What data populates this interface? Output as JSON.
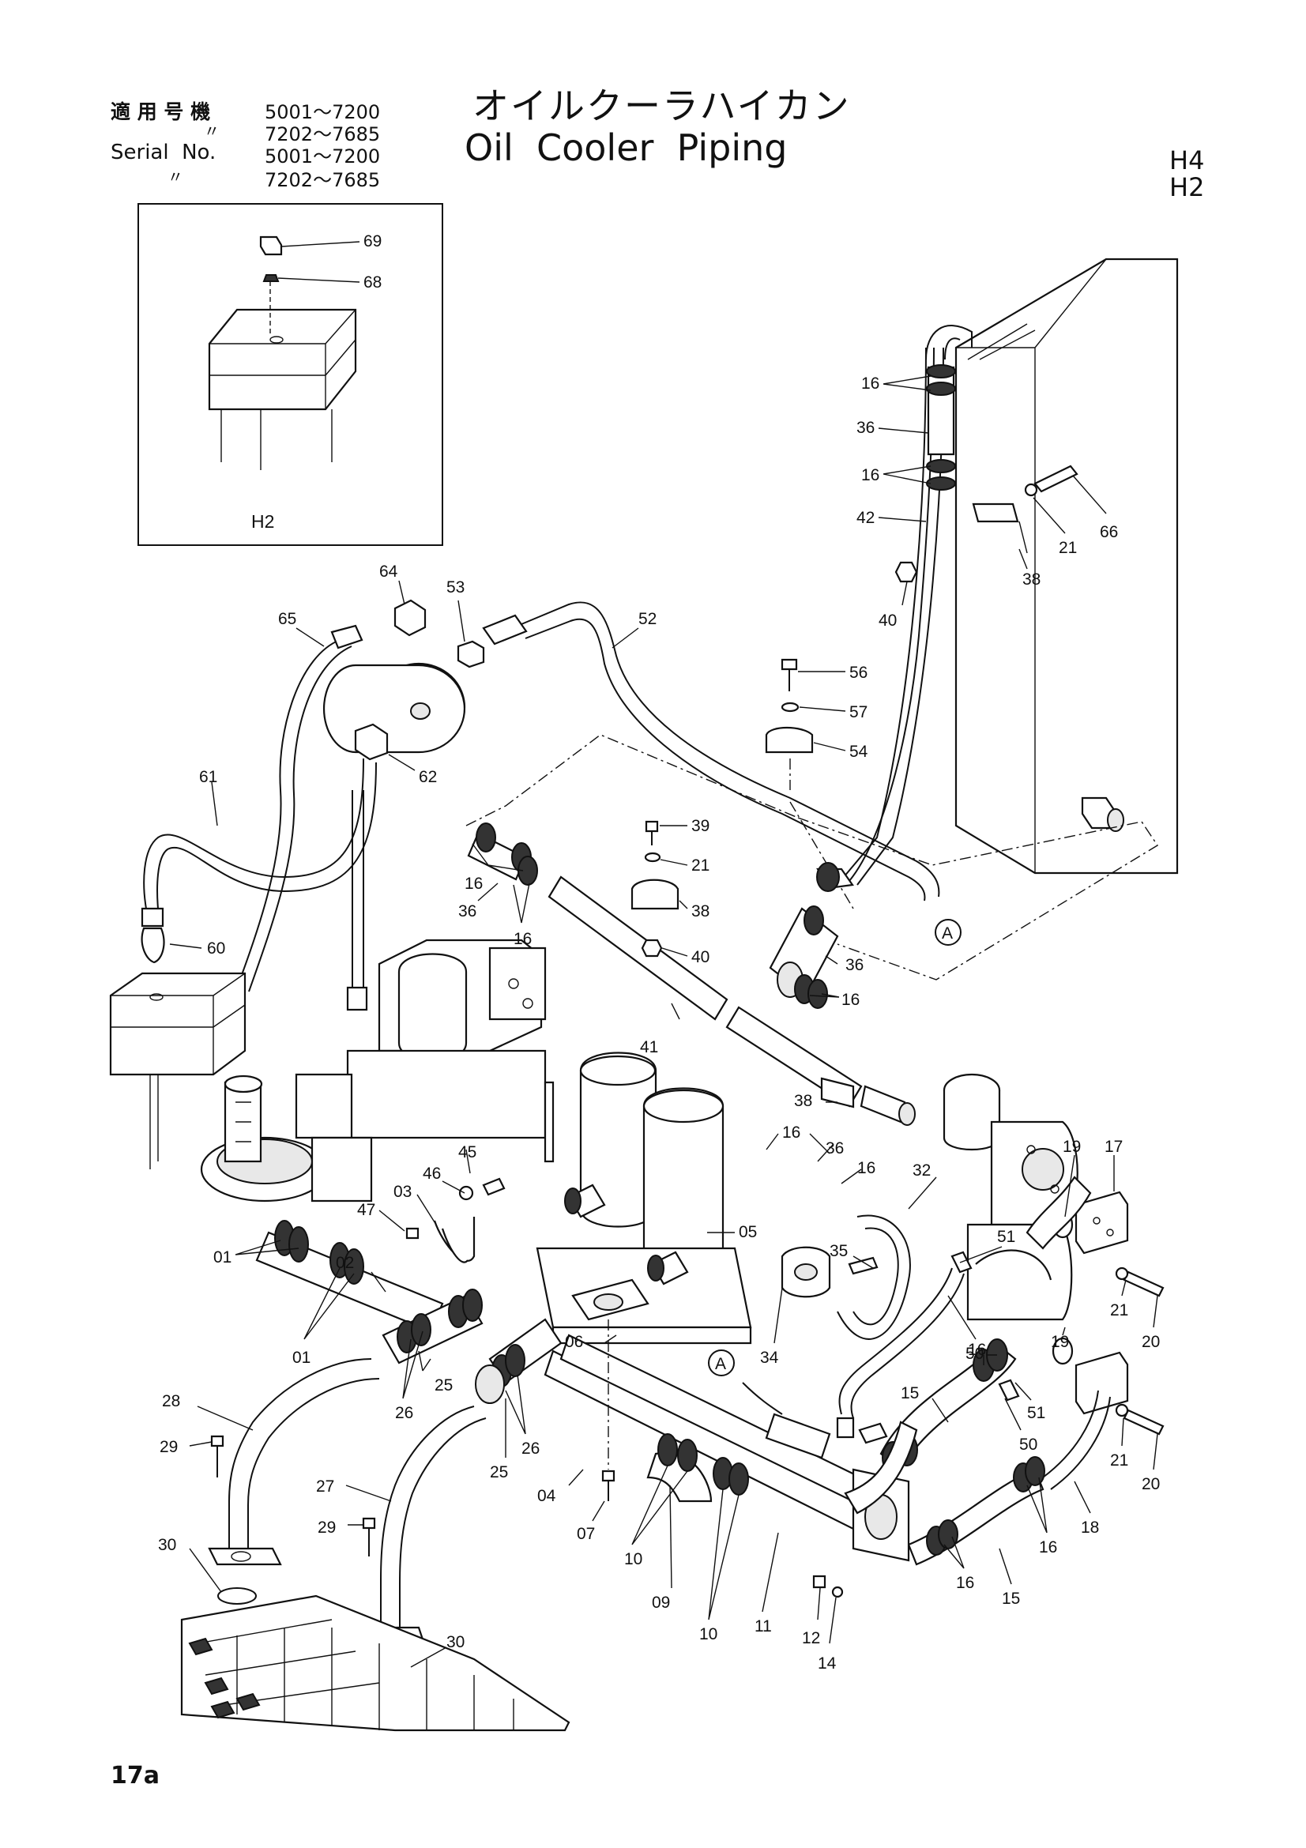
{
  "header": {
    "applicable_label": "適 用 号 機",
    "range_1": "5001～7200",
    "ditto_1": "〃",
    "range_2": "7202～7685",
    "serial_label": "Serial  No.",
    "range_3": "5001～7200",
    "ditto_2": "〃",
    "range_4": "7202～7685",
    "title_jp": "オイルクーラハイカン",
    "title_en": "Oil  Cooler  Piping",
    "model_1": "H4",
    "model_2": "H2"
  },
  "inset": {
    "label": "H2",
    "callouts": [
      "69",
      "68"
    ]
  },
  "callouts": {
    "c16": "16",
    "c36": "36",
    "c42": "42",
    "c40": "40",
    "c38": "38",
    "c21": "21",
    "c66": "66",
    "c64": "64",
    "c53": "53",
    "c52": "52",
    "c65": "65",
    "c56": "56",
    "c57": "57",
    "c54": "54",
    "c62": "62",
    "c61": "61",
    "c39": "39",
    "c60": "60",
    "c41": "41",
    "cA": "A",
    "c45": "45",
    "c46": "46",
    "c03": "03",
    "c47": "47",
    "c05": "05",
    "c32": "32",
    "c17": "17",
    "c19": "19",
    "c35": "35",
    "c51": "51",
    "c01": "01",
    "c02": "02",
    "c06": "06",
    "c34": "34",
    "c50": "50",
    "c25": "25",
    "c26": "26",
    "c28": "28",
    "c29": "29",
    "c27": "27",
    "c04": "04",
    "c07": "07",
    "c10": "10",
    "c09": "09",
    "c11": "11",
    "c15": "15",
    "c18": "18",
    "c20": "20",
    "c30": "30",
    "c12": "12",
    "c14": "14"
  },
  "page_number": "17a"
}
